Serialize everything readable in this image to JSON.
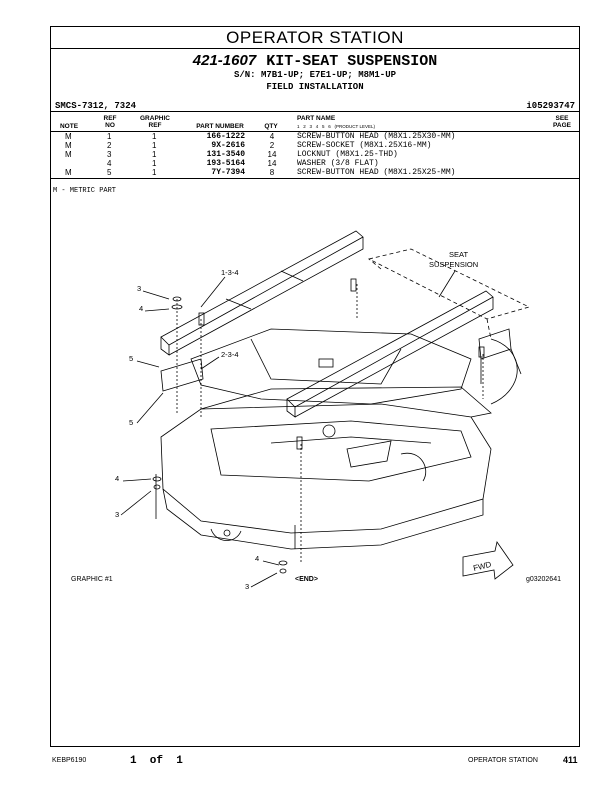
{
  "header": {
    "section_title": "OPERATOR STATION",
    "part_number": "421-1607",
    "kit_name": "KIT-SEAT SUSPENSION",
    "serial_numbers": "S/N: M7B1-UP; E7E1-UP; M8M1-UP",
    "installation": "FIELD INSTALLATION",
    "smcs": "SMCS-7312, 7324",
    "illustration_id": "i05293747"
  },
  "table": {
    "headers": {
      "note": "NOTE",
      "ref_top": "REF",
      "ref_bottom": "NO",
      "graphic_top": "GRAPHIC",
      "graphic_bottom": "REF",
      "part_number": "PART NUMBER",
      "qty": "QTY",
      "part_name": "PART NAME",
      "levels": "1   2   3   4   5   6   (PRODUCT LEVEL)",
      "see_top": "SEE",
      "see_bottom": "PAGE"
    },
    "rows": [
      {
        "note": "M",
        "ref": "1",
        "graphic": "1",
        "part": "166-1222",
        "qty": "4",
        "name": "SCREW-BUTTON HEAD (M8X1.25X30-MM)"
      },
      {
        "note": "M",
        "ref": "2",
        "graphic": "1",
        "part": "9X-2616",
        "qty": "2",
        "name": "SCREW-SOCKET (M8X1.25X16-MM)"
      },
      {
        "note": "M",
        "ref": "3",
        "graphic": "1",
        "part": "131-3540",
        "qty": "14",
        "name": "LOCKNUT (M8X1.25-THD)"
      },
      {
        "note": "",
        "ref": "4",
        "graphic": "1",
        "part": "193-5164",
        "qty": "14",
        "name": "WASHER (3/8 FLAT)"
      },
      {
        "note": "M",
        "ref": "5",
        "graphic": "1",
        "part": "7Y-7394",
        "qty": "8",
        "name": "SCREW-BUTTON HEAD (M8X1.25X25-MM)"
      }
    ],
    "metric_note": "M - METRIC PART"
  },
  "graphic": {
    "callouts": {
      "c134": "1-3-4",
      "c234": "2-3-4",
      "c3a": "3",
      "c4a": "4",
      "c5a": "5",
      "c5b": "5",
      "c4b": "4",
      "c3b": "3",
      "c4c": "4",
      "c3c": "3"
    },
    "seat_label_1": "SEAT",
    "seat_label_2": "SUSPENSION",
    "fwd": "FWD",
    "caption_left": "GRAPHIC #1",
    "caption_center": "<END>",
    "caption_right": "g03202641"
  },
  "footer": {
    "doc_id": "KEBP6190",
    "page_of": "1  of  1",
    "section": "OPERATOR STATION",
    "page_number": "411"
  }
}
